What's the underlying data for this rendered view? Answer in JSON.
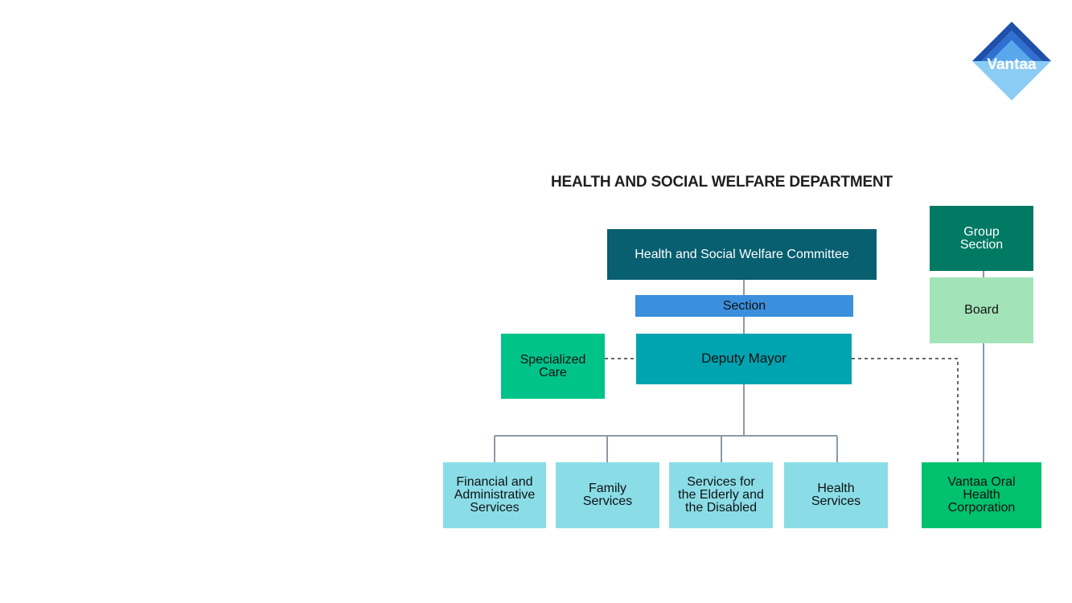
{
  "logo": {
    "text": "Vantaa"
  },
  "title": "HEALTH AND SOCIAL WELFARE DEPARTMENT",
  "nodes": {
    "committee": "Health and Social Welfare Committee",
    "section": "Section",
    "deputy_mayor": "Deputy Mayor",
    "specialized_care": "Specialized\nCare",
    "group_section": "Group\nSection",
    "board": "Board",
    "financial": "Financial and\nAdministrative\nServices",
    "family": "Family\nServices",
    "elderly": "Services for\nthe Elderly and\nthe Disabled",
    "health": "Health\nServices",
    "oral_health": "Vantaa Oral\nHealth\nCorporation"
  },
  "colors": {
    "committee": "#075f70",
    "section": "#3b8fdd",
    "deputy_mayor": "#00a3b0",
    "specialized_care": "#00c389",
    "group_section": "#007a63",
    "board": "#a2e4b8",
    "service": "#8adde7",
    "oral_health": "#00c16e",
    "connector": "#8a9aa8",
    "dashed": "#666666"
  }
}
